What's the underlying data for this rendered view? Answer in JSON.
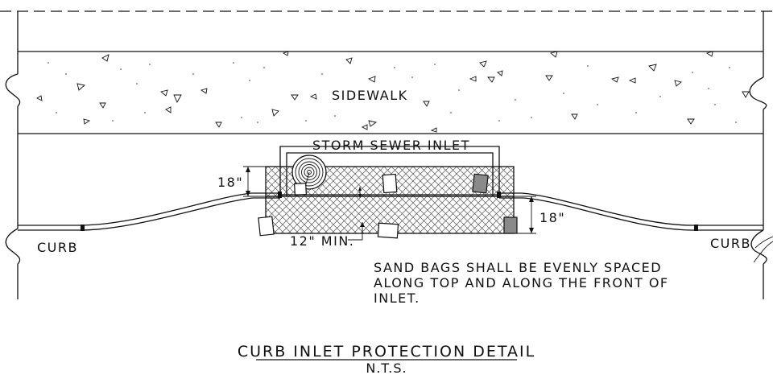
{
  "labels": {
    "sidewalk": "SIDEWALK",
    "inlet": "STORM SEWER INLET",
    "dim_top": "18\"",
    "dim_front": "18\"",
    "min_gap": "12\" MIN.",
    "curb_left": "CURB",
    "curb_right": "CURB"
  },
  "note": {
    "line1": "SAND BAGS SHALL BE EVENLY SPACED",
    "line2": "ALONG TOP AND ALONG THE FRONT OF",
    "line3": "INLET."
  },
  "title": {
    "main": "CURB INLET PROTECTION DETAIL",
    "scale": "N.T.S."
  }
}
